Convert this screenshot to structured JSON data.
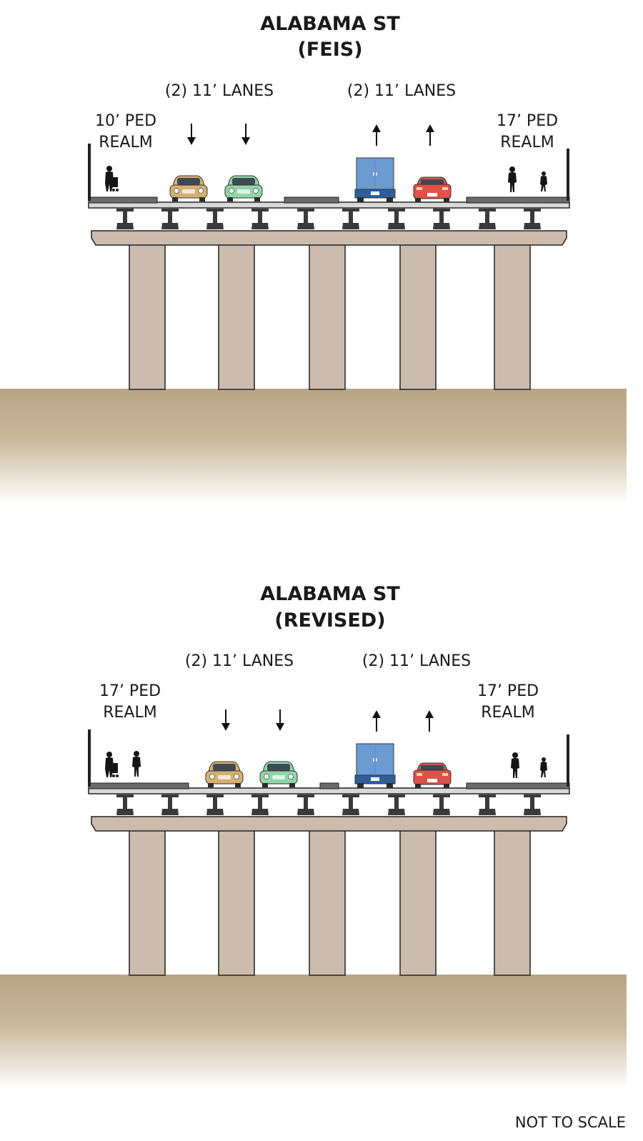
{
  "note": "NOT TO SCALE",
  "sections": [
    {
      "title_line1": "ALABAMA ST",
      "title_line2": "(FEIS)",
      "lanes_left": "(2) 11’ LANES",
      "lanes_right": "(2) 11’ LANES",
      "ped_left_line1": "10’ PED",
      "ped_left_line2": "REALM",
      "ped_right_line1": "17’ PED",
      "ped_right_line2": "REALM"
    },
    {
      "title_line1": "ALABAMA ST",
      "title_line2": "(REVISED)",
      "lanes_left": "(2) 11’ LANES",
      "lanes_right": "(2) 11’ LANES",
      "ped_left_line1": "17’ PED",
      "ped_left_line2": "REALM",
      "ped_right_line1": "17’ PED",
      "ped_right_line2": "REALM"
    }
  ],
  "colors": {
    "concrete": "#cbbcae",
    "ground": "#b8a586",
    "steel": "#3a3a3a",
    "car_tan": "#d6b070",
    "car_green": "#8fd6a8",
    "truck_blue": "#6b9bd2",
    "car_red": "#e0504a"
  }
}
